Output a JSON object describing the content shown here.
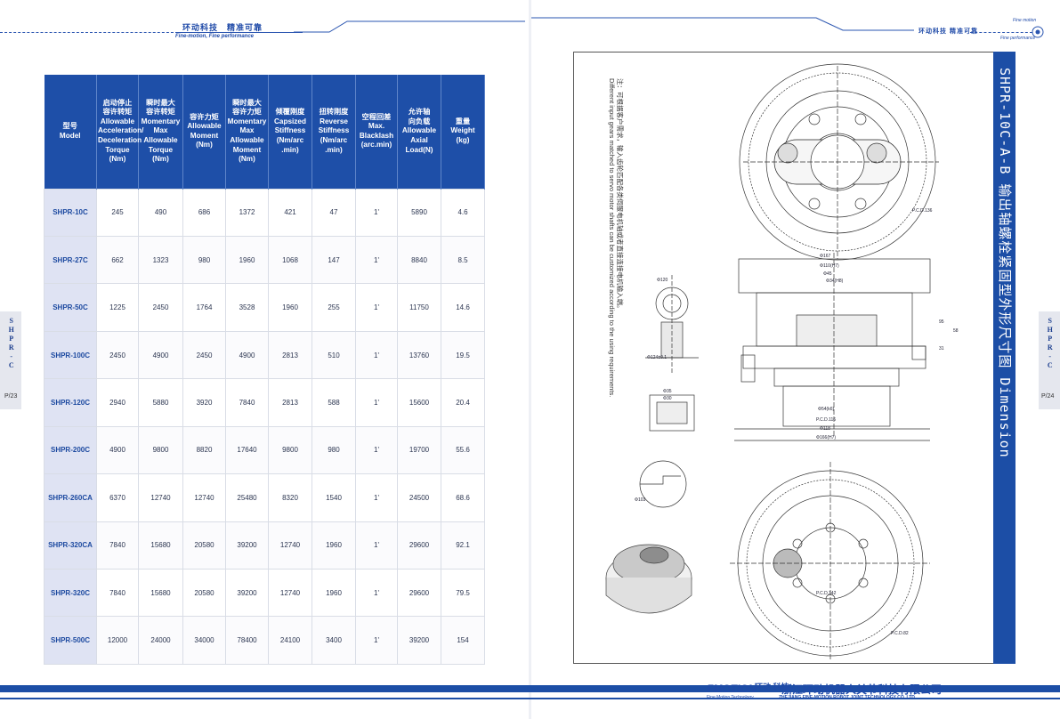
{
  "header_left": {
    "brand_cn": "环动科技　精准可靠",
    "brand_en": "Fine-motion, Fine performance"
  },
  "header_right": {
    "brand_cn": "环动科技 精准可靠",
    "logo_top": "Fine motion",
    "logo_bottom": "Fine performance"
  },
  "side_left": {
    "letters": "SHPR-C",
    "page": "P/23"
  },
  "side_right": {
    "letters": "SHPR-C",
    "page": "P/24"
  },
  "table": {
    "headers": [
      [
        "型号",
        "Model"
      ],
      [
        "启动停止",
        "容许转矩",
        "Allowable",
        "Acceleration/",
        "Deceleration",
        "Torque",
        "(Nm)"
      ],
      [
        "瞬时最大",
        "容许转矩",
        "Momentary",
        "Max",
        "Allowable",
        "Torque",
        "(Nm)"
      ],
      [
        "容许力矩",
        "Allowable",
        "Moment",
        "(Nm)"
      ],
      [
        "瞬时最大",
        "容许力矩",
        "Momentary",
        "Max",
        "Allowable",
        "Moment",
        "(Nm)"
      ],
      [
        "倾覆刚度",
        "Capsized",
        "Stiffness",
        "(Nm/arc",
        ".min)"
      ],
      [
        "扭转刚度",
        "Reverse",
        "Stiffness",
        "(Nm/arc",
        ".min)"
      ],
      [
        "空程回差",
        "Max.",
        "Blacklash",
        "(arc.min)"
      ],
      [
        "允许轴",
        "向负载",
        "Allowable",
        "Axial",
        "Load(N)"
      ],
      [
        "重量",
        "Weight",
        "(kg)"
      ]
    ],
    "rows": [
      [
        "SHPR-10C",
        "245",
        "490",
        "686",
        "1372",
        "421",
        "47",
        "1'",
        "5890",
        "4.6"
      ],
      [
        "SHPR-27C",
        "662",
        "1323",
        "980",
        "1960",
        "1068",
        "147",
        "1'",
        "8840",
        "8.5"
      ],
      [
        "SHPR-50C",
        "1225",
        "2450",
        "1764",
        "3528",
        "1960",
        "255",
        "1'",
        "11750",
        "14.6"
      ],
      [
        "SHPR-100C",
        "2450",
        "4900",
        "2450",
        "4900",
        "2813",
        "510",
        "1'",
        "13760",
        "19.5"
      ],
      [
        "SHPR-120C",
        "2940",
        "5880",
        "3920",
        "7840",
        "2813",
        "588",
        "1'",
        "15600",
        "20.4"
      ],
      [
        "SHPR-200C",
        "4900",
        "9800",
        "8820",
        "17640",
        "9800",
        "980",
        "1'",
        "19700",
        "55.6"
      ],
      [
        "SHPR-260CA",
        "6370",
        "12740",
        "12740",
        "25480",
        "8320",
        "1540",
        "1'",
        "24500",
        "68.6"
      ],
      [
        "SHPR-320CA",
        "7840",
        "15680",
        "20580",
        "39200",
        "12740",
        "1960",
        "1'",
        "29600",
        "92.1"
      ],
      [
        "SHPR-320C",
        "7840",
        "15680",
        "20580",
        "39200",
        "12740",
        "1960",
        "1'",
        "29600",
        "79.5"
      ],
      [
        "SHPR-500C",
        "12000",
        "24000",
        "34000",
        "78400",
        "24100",
        "3400",
        "1'",
        "39200",
        "154"
      ]
    ]
  },
  "drawing": {
    "title": "SHPR-10C-A-B 输出轴螺栓紧固型外形尺寸图 Dimension",
    "note_cn": "注：可根据客户需求，输入齿轮匹配各类伺服电机轴或者直接连接电机输入端。",
    "note_en": "Different input gears matched to servo motor shafts can be customized according to the using requirements.",
    "dims": {
      "d1": "Φ167",
      "d2": "Φ110(H7)",
      "d3": "Φ45",
      "d4": "Φ34(H8)",
      "d5": "Φ120",
      "d6": "Φ124±0.1",
      "d7": "Φ118",
      "d8": "Φ166(H7)",
      "d9": "Φ103",
      "d10": "Φ35",
      "d11": "Φ30",
      "d12": "Φ54(k6)",
      "len1": "95",
      "len2": "31",
      "len3": "58",
      "pcd1": "P.C.D.136",
      "pcd2": "P.C.D.116",
      "pcd3": "P.C.D.142",
      "pcd4": "P.C.D.82"
    }
  },
  "footer": {
    "logo": "FMOTION",
    "logo_cn": "环动 科技",
    "logo_sub": "Fine Motion Technology",
    "company_cn": "浙江环动机器人关节科技有限公司",
    "company_en": "ZHEJIANG FINE-MOTION ROBOT JOINT TECHNOLOGY CO.,LTD"
  }
}
